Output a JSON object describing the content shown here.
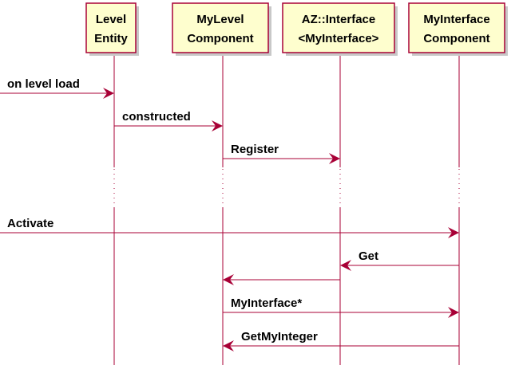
{
  "participants": [
    {
      "id": "level_entity",
      "lines": [
        "Level",
        "Entity"
      ]
    },
    {
      "id": "mylevel_component",
      "lines": [
        "MyLevel",
        "Component"
      ]
    },
    {
      "id": "az_interface",
      "lines": [
        "AZ::Interface",
        "<MyInterface>"
      ]
    },
    {
      "id": "myinterface_component",
      "lines": [
        "MyInterface",
        "Component"
      ]
    }
  ],
  "messages": [
    {
      "label": "on level load",
      "from": null,
      "to": "level_entity"
    },
    {
      "label": "constructed",
      "from": "level_entity",
      "to": "mylevel_component"
    },
    {
      "label": "Register",
      "from": "mylevel_component",
      "to": "az_interface"
    },
    {
      "label": "Activate",
      "from": null,
      "to": "myinterface_component"
    },
    {
      "label": "Get",
      "from": "myinterface_component",
      "to": "az_interface"
    },
    {
      "label": "",
      "from": "az_interface",
      "to": "mylevel_component"
    },
    {
      "label": "MyInterface*",
      "from": "mylevel_component",
      "to": "myinterface_component"
    },
    {
      "label": "GetMyInteger",
      "from": "myinterface_component",
      "to": "mylevel_component"
    }
  ],
  "colors": {
    "line": "#a80036",
    "box_fill": "#fefece",
    "box_border": "#a80036",
    "text": "#000000"
  }
}
